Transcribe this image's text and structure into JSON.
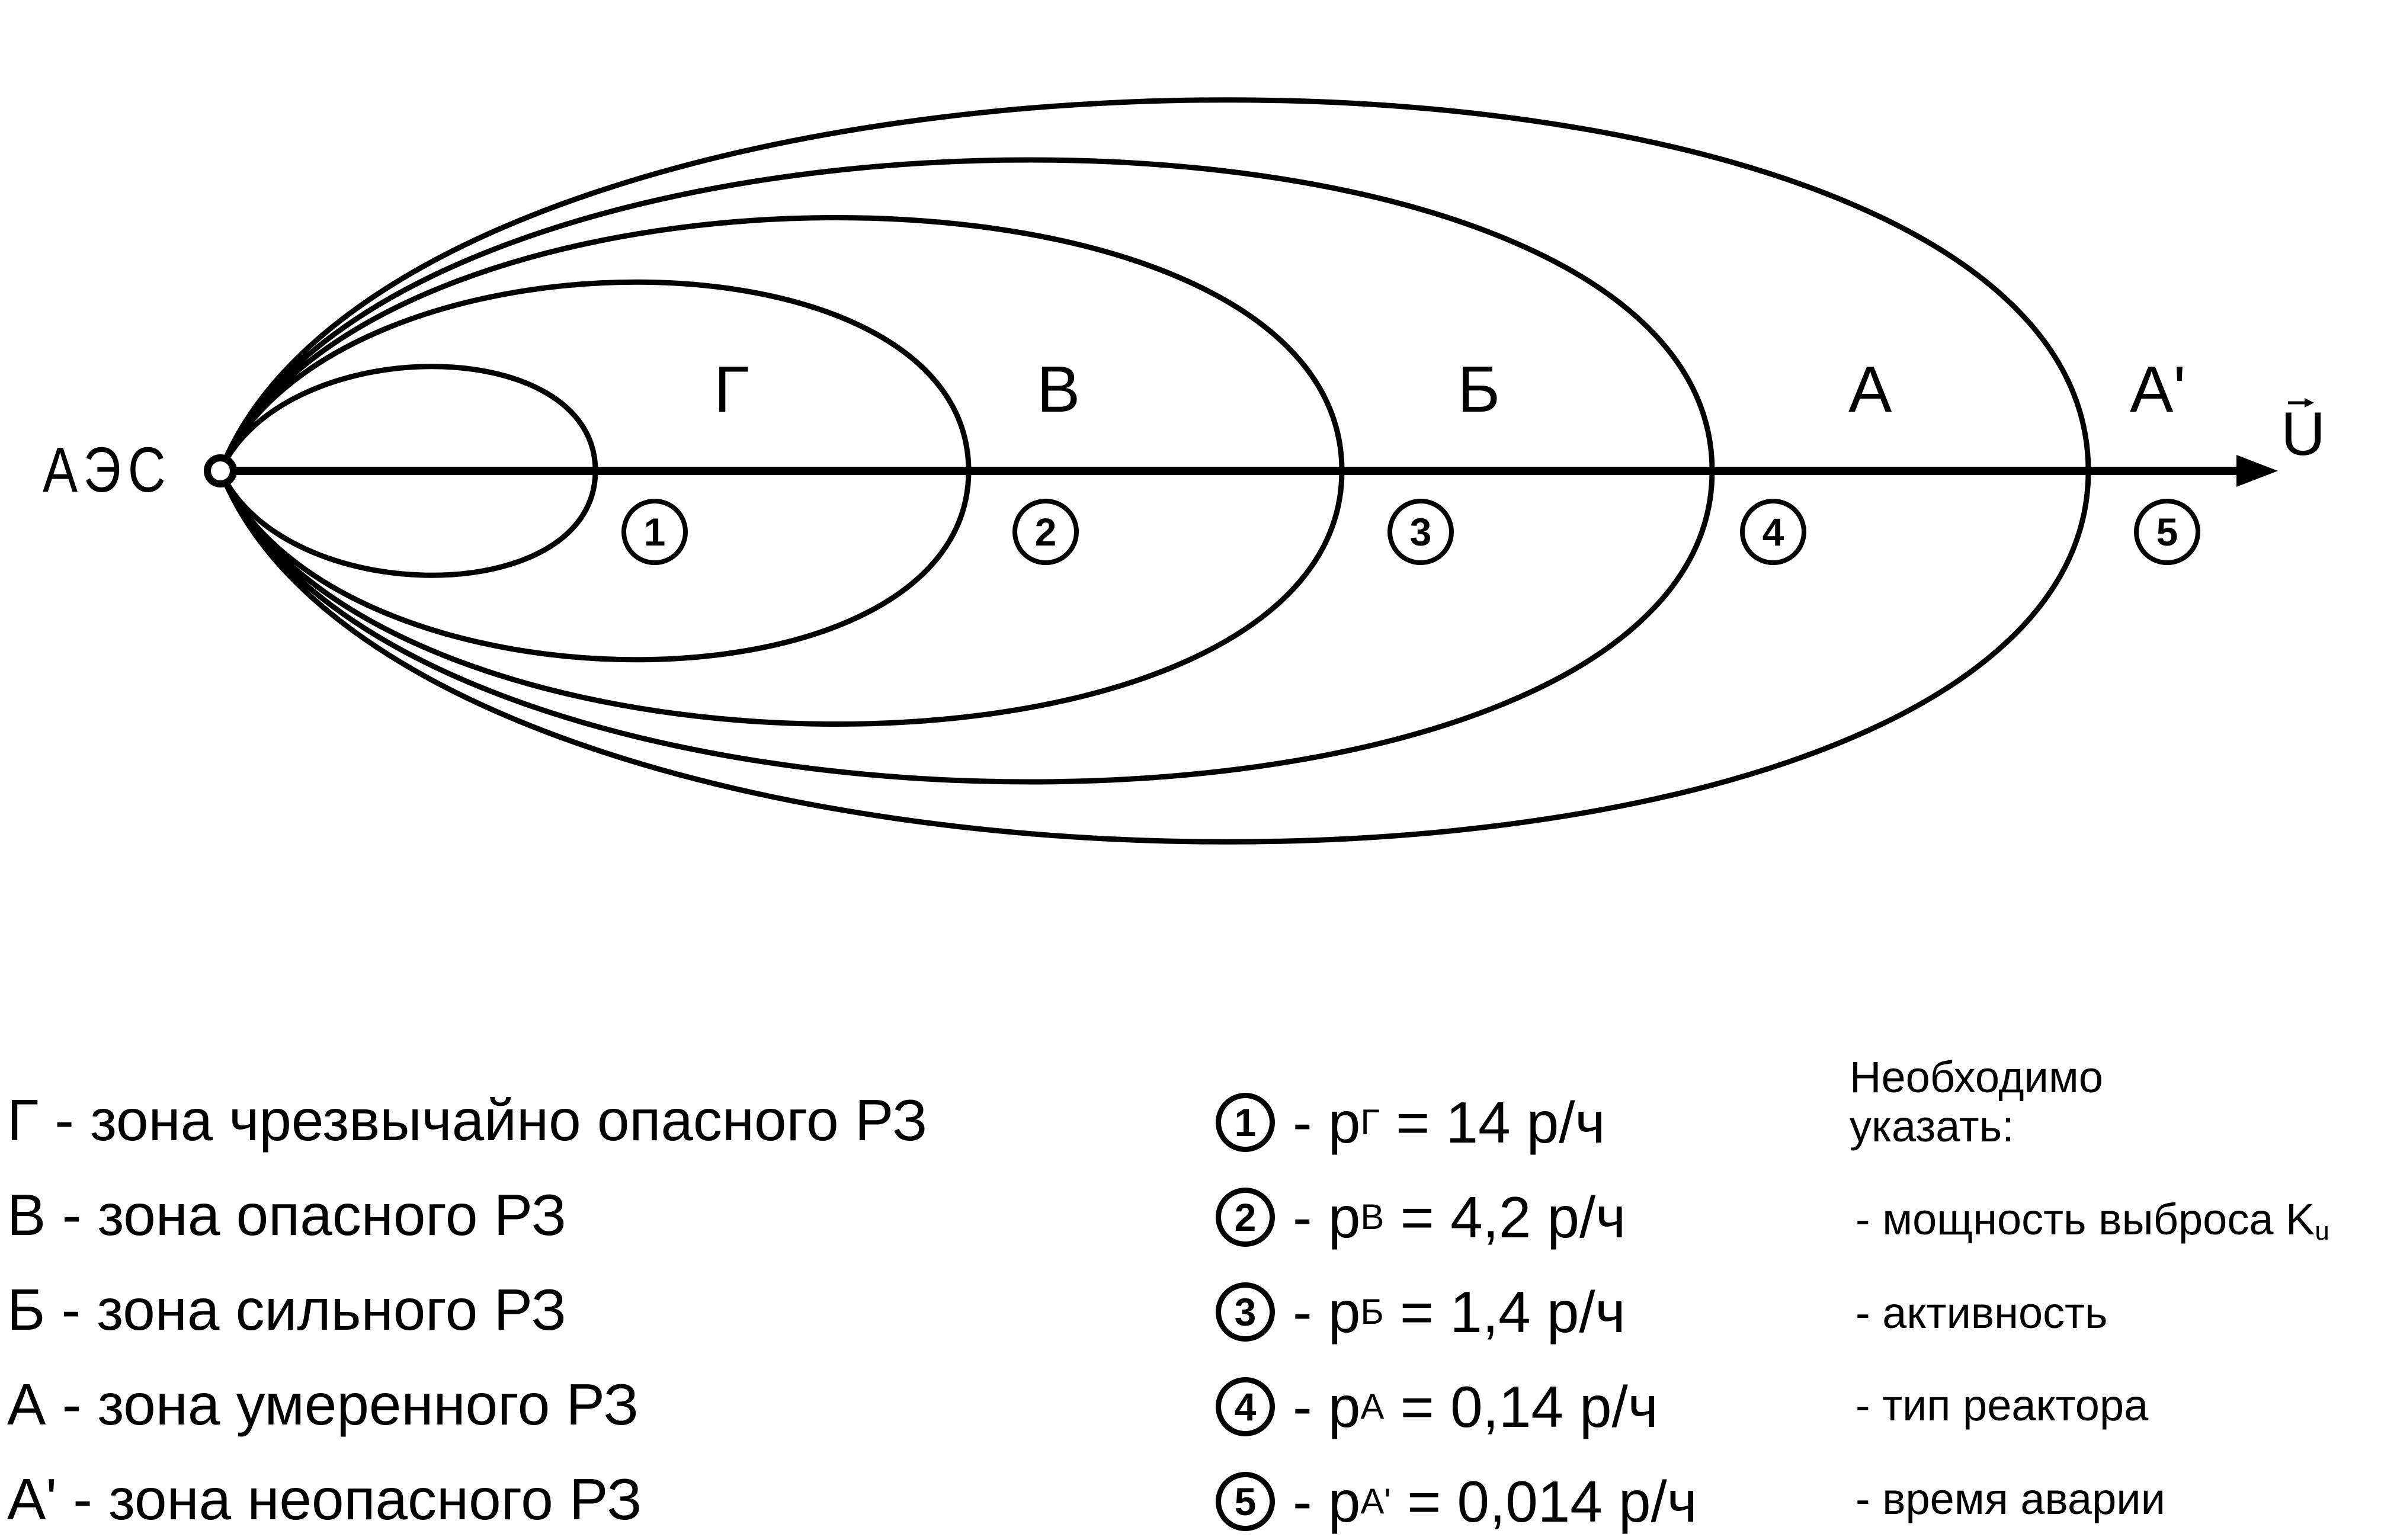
{
  "diagram": {
    "source_label": "АЭС",
    "wind_vector_label": "U",
    "zones": [
      {
        "letter": "Г",
        "number": "1"
      },
      {
        "letter": "В",
        "number": "2"
      },
      {
        "letter": "Б",
        "number": "3"
      },
      {
        "letter": "А",
        "number": "4"
      },
      {
        "letter": "А'",
        "number": "5"
      }
    ]
  },
  "legend": {
    "zones": [
      {
        "text": "Г - зона чрезвычайно опасного РЗ"
      },
      {
        "text": "В - зона опасного РЗ"
      },
      {
        "text": "Б - зона сильного РЗ"
      },
      {
        "text": "А  - зона умеренного РЗ"
      },
      {
        "text": "А' - зона неопасного РЗ"
      }
    ],
    "rates": [
      {
        "number": "1",
        "prefix": "- p",
        "sub": "Г",
        "value": " = 14 р/ч"
      },
      {
        "number": "2",
        "prefix": "- p",
        "sub": "В",
        "value": " = 4,2 р/ч"
      },
      {
        "number": "3",
        "prefix": "- p",
        "sub": "Б",
        "value": " = 1,4 р/ч"
      },
      {
        "number": "4",
        "prefix": "- p",
        "sub": "А",
        "value": " = 0,14 р/ч"
      },
      {
        "number": "5",
        "prefix": "- p",
        "sub": "А'",
        "value": " = 0,014 р/ч"
      }
    ]
  },
  "notes": {
    "heading_line1": "Необходимо",
    "heading_line2": "указать:",
    "items": [
      {
        "text": "- мощность выброса K",
        "sub": "u"
      },
      {
        "text": "- активность",
        "sub": ""
      },
      {
        "text": "- тип реактора",
        "sub": ""
      },
      {
        "text": "- время аварии",
        "sub": ""
      }
    ]
  }
}
